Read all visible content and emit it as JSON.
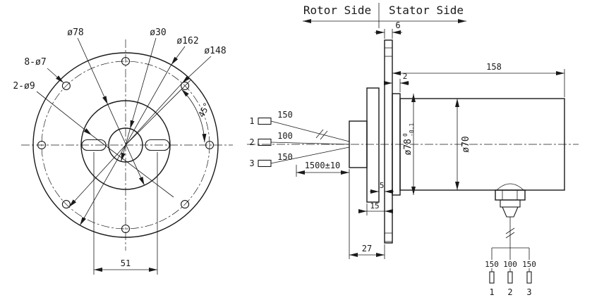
{
  "drawing": {
    "colors": {
      "line": "#1a1a1a",
      "background": "#ffffff"
    },
    "header": {
      "rotor_side": "Rotor Side",
      "stator_side": "Stator Side"
    },
    "front": {
      "d78": "ø78",
      "d30": "ø30",
      "d162": "ø162",
      "d148": "ø148",
      "holes": "8-ø7",
      "slots": "2-ø9",
      "angle": "45°",
      "width": "51"
    },
    "side": {
      "flange_t": "6",
      "spigot_l": "2",
      "body_l": "158",
      "d78_main": "ø78",
      "d78_tol_hi": "0",
      "d78_tol_lo": "-0.1",
      "d70": "ø70",
      "gap": "5",
      "disc_t": "15",
      "depth": "27",
      "cable_len": "1500±10"
    },
    "wires_left": [
      {
        "no": "1",
        "len": "150"
      },
      {
        "no": "2",
        "len": "100"
      },
      {
        "no": "3",
        "len": "150"
      }
    ],
    "wires_bottom": [
      {
        "no": "1",
        "len": "150"
      },
      {
        "no": "2",
        "len": "100"
      },
      {
        "no": "3",
        "len": "150"
      }
    ]
  }
}
